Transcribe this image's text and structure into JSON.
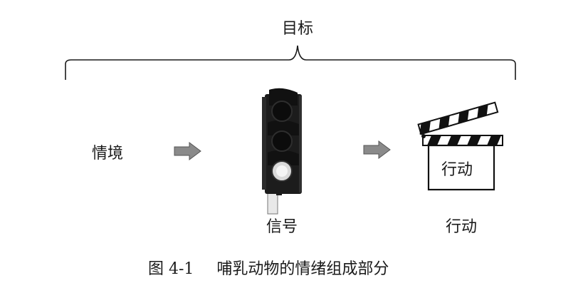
{
  "top_label": "目标",
  "situation_label": "情境",
  "signal_label": "信号",
  "action_label": "行动",
  "clapboard_text": "行动",
  "caption": {
    "figure_number": "图 4-1",
    "title": "哺乳动物的情绪组成部分"
  },
  "colors": {
    "arrow_fill": "#8a8a8a",
    "arrow_stroke": "#555555",
    "light_body": "#1c1c1c",
    "lit_lamp": "#e6e6e6",
    "line": "#1a1a1a"
  }
}
